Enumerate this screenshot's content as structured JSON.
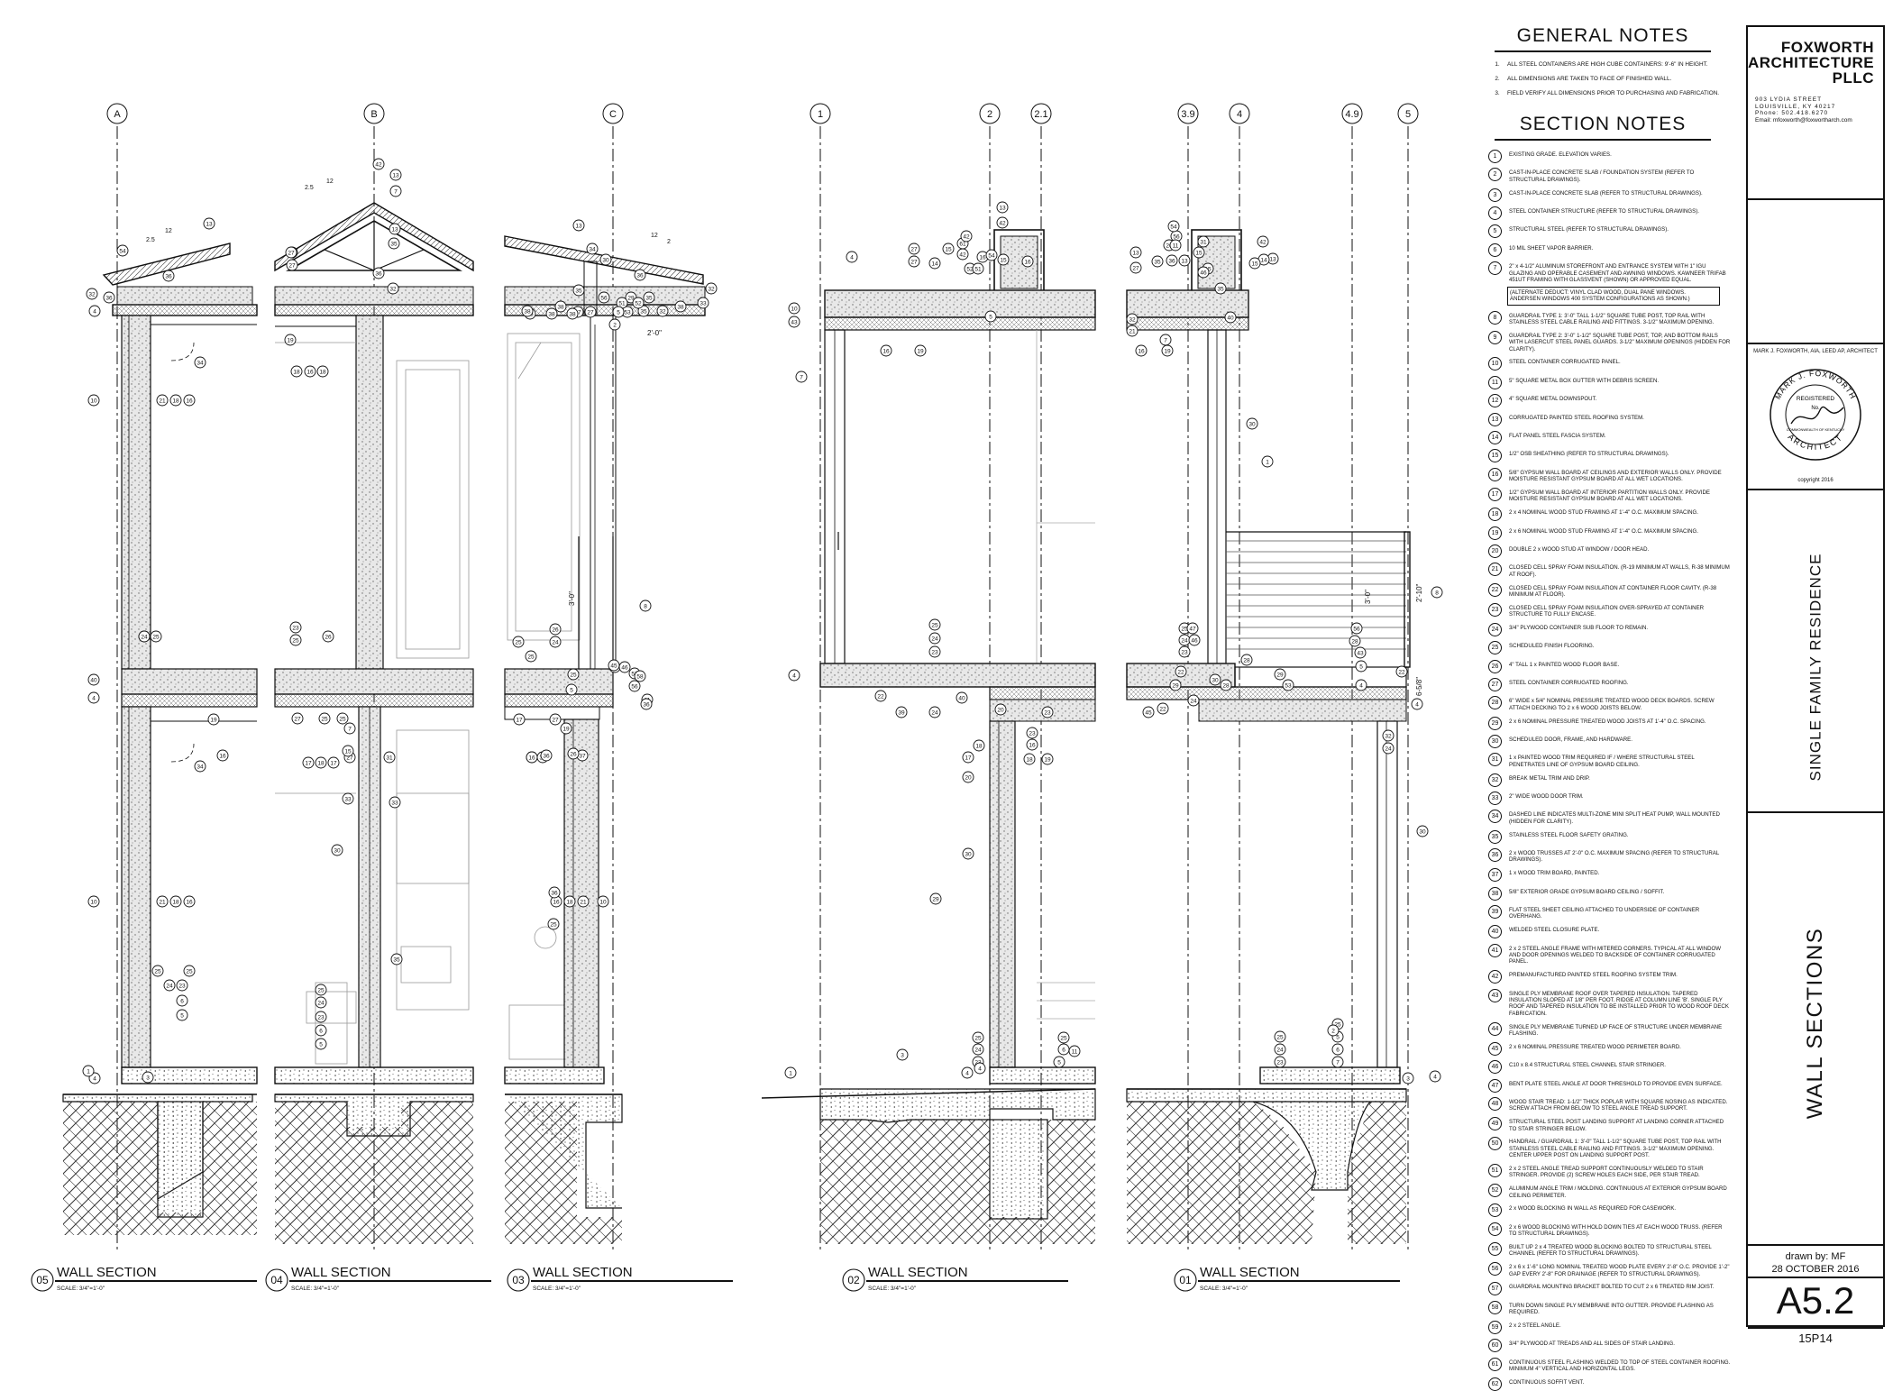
{
  "grids": {
    "left": [
      "A",
      "B",
      "C"
    ],
    "right": [
      "1",
      "2",
      "2.1",
      "3.9",
      "4",
      "4.9",
      "5"
    ]
  },
  "wall_sections": [
    {
      "number": "05",
      "title": "WALL SECTION",
      "scale": "SCALE: 3/4\"=1'-0\""
    },
    {
      "number": "04",
      "title": "WALL SECTION",
      "scale": "SCALE: 3/4\"=1'-0\""
    },
    {
      "number": "03",
      "title": "WALL SECTION",
      "scale": "SCALE: 3/4\"=1'-0\""
    },
    {
      "number": "02",
      "title": "WALL SECTION",
      "scale": "SCALE: 3/4\"=1'-0\""
    },
    {
      "number": "01",
      "title": "WALL SECTION",
      "scale": "SCALE: 3/4\"=1'-0\""
    }
  ],
  "dimensions": {
    "roof_pitch": "12",
    "pitch_a": "2.5",
    "pitch_b": "2",
    "overhang": "2'-0\"",
    "guard_height": "3'-0\"",
    "guard_height_2": "3'-0\"",
    "landing": "2'-10\"",
    "landing_2": "6-5/8\""
  },
  "general_notes": {
    "heading": "GENERAL NOTES",
    "items": [
      {
        "num": "1.",
        "text": "ALL STEEL CONTAINERS ARE HIGH CUBE CONTAINERS: 9'-6\" IN HEIGHT."
      },
      {
        "num": "2.",
        "text": "ALL DIMENSIONS ARE TAKEN TO FACE OF FINISHED WALL."
      },
      {
        "num": "3.",
        "text": "FIELD VERIFY ALL DIMENSIONS PRIOR TO PURCHASING AND FABRICATION."
      }
    ]
  },
  "section_notes": {
    "heading": "SECTION NOTES",
    "alternate": "(ALTERNATE DEDUCT: VINYL CLAD WOOD, DUAL PANE WINDOWS. ANDERSEN WINDOWS 400 SYSTEM CONFIGURATIONS AS SHOWN.)",
    "items": [
      {
        "num": "1",
        "text": "EXISTING GRADE. ELEVATION VARIES."
      },
      {
        "num": "2",
        "text": "CAST-IN-PLACE CONCRETE SLAB / FOUNDATION SYSTEM (REFER TO STRUCTURAL DRAWINGS)."
      },
      {
        "num": "3",
        "text": "CAST-IN-PLACE CONCRETE SLAB (REFER TO STRUCTURAL DRAWINGS)."
      },
      {
        "num": "4",
        "text": "STEEL CONTAINER STRUCTURE (REFER TO STRUCTURAL DRAWINGS)."
      },
      {
        "num": "5",
        "text": "STRUCTURAL STEEL (REFER TO STRUCTURAL DRAWINGS)."
      },
      {
        "num": "6",
        "text": "10 MIL SHEET VAPOR BARRIER."
      },
      {
        "num": "7",
        "text": "2\" x 4-1/2\" ALUMINUM STOREFRONT AND ENTRANCE SYSTEM WITH 1\" IGU GLAZING AND OPERABLE CASEMENT AND AWNING WINDOWS. KAWNEER TRIFAB 451UT FRAMING WITH GLASSVENT (SHOWN) OR APPROVED EQUAL."
      },
      {
        "num": "8",
        "text": "GUARDRAIL TYPE 1: 3'-0\" TALL 1-1/2\" SQUARE TUBE POST, TOP RAIL WITH STAINLESS STEEL CABLE RAILING AND FITTINGS. 3-1/2\" MAXIMUM OPENING."
      },
      {
        "num": "9",
        "text": "GUARDRAIL TYPE 2: 3'-0\" 1-1/2\" SQUARE TUBE POST, TOP, AND BOTTOM RAILS WITH LASERCUT STEEL PANEL GUARDS. 3-1/2\" MAXIMUM OPENINGS (HIDDEN FOR CLARITY)."
      },
      {
        "num": "10",
        "text": "STEEL CONTAINER CORRUGATED PANEL."
      },
      {
        "num": "11",
        "text": "5\" SQUARE METAL BOX GUTTER WITH DEBRIS SCREEN."
      },
      {
        "num": "12",
        "text": "4\" SQUARE METAL DOWNSPOUT."
      },
      {
        "num": "13",
        "text": "CORRUGATED PAINTED STEEL ROOFING SYSTEM."
      },
      {
        "num": "14",
        "text": "FLAT PANEL STEEL FASCIA SYSTEM."
      },
      {
        "num": "15",
        "text": "1/2\" OSB SHEATHING (REFER TO STRUCTURAL DRAWINGS)."
      },
      {
        "num": "16",
        "text": "5/8\" GYPSUM WALL BOARD AT CEILINGS AND EXTERIOR WALLS ONLY. PROVIDE MOISTURE RESISTANT GYPSUM BOARD AT ALL WET LOCATIONS."
      },
      {
        "num": "17",
        "text": "1/2\" GYPSUM WALL BOARD AT INTERIOR PARTITION WALLS ONLY. PROVIDE MOISTURE RESISTANT GYPSUM BOARD AT ALL WET LOCATIONS."
      },
      {
        "num": "18",
        "text": "2 x 4 NOMINAL WOOD STUD FRAMING AT 1'-4\" O.C. MAXIMUM SPACING."
      },
      {
        "num": "19",
        "text": "2 x 6 NOMINAL WOOD STUD FRAMING AT 1'-4\" O.C. MAXIMUM SPACING."
      },
      {
        "num": "20",
        "text": "DOUBLE 2 x WOOD STUD AT WINDOW / DOOR HEAD."
      },
      {
        "num": "21",
        "text": "CLOSED CELL SPRAY FOAM INSULATION. (R-19 MINIMUM AT WALLS, R-38 MINIMUM AT ROOF)."
      },
      {
        "num": "22",
        "text": "CLOSED CELL SPRAY FOAM INSULATION AT CONTAINER FLOOR CAVITY. (R-38 MINIMUM AT FLOOR)."
      },
      {
        "num": "23",
        "text": "CLOSED CELL SPRAY FOAM INSULATION OVER-SPRAYED AT CONTAINER STRUCTURE TO FULLY ENCASE."
      },
      {
        "num": "24",
        "text": "3/4\" PLYWOOD CONTAINER SUB FLOOR TO REMAIN."
      },
      {
        "num": "25",
        "text": "SCHEDULED FINISH FLOORING."
      },
      {
        "num": "26",
        "text": "4\" TALL 1 x PAINTED WOOD FLOOR BASE."
      },
      {
        "num": "27",
        "text": "STEEL CONTAINER CORRUGATED ROOFING."
      },
      {
        "num": "28",
        "text": "6\" WIDE x 5/4\" NOMINAL PRESSURE TREATED WOOD DECK BOARDS. SCREW ATTACH DECKING TO 2 x 6 WOOD JOISTS BELOW."
      },
      {
        "num": "29",
        "text": "2 x 6 NOMINAL PRESSURE TREATED WOOD JOISTS AT 1'-4\" O.C. SPACING."
      },
      {
        "num": "30",
        "text": "SCHEDULED DOOR, FRAME, AND HARDWARE."
      },
      {
        "num": "31",
        "text": "1 x PAINTED WOOD TRIM REQUIRED IF / WHERE STRUCTURAL STEEL PENETRATES LINE OF GYPSUM BOARD CEILING."
      },
      {
        "num": "32",
        "text": "BREAK METAL TRIM AND DRIP."
      },
      {
        "num": "33",
        "text": "2\" WIDE WOOD DOOR TRIM."
      },
      {
        "num": "34",
        "text": "DASHED LINE INDICATES MULTI-ZONE MINI SPLIT HEAT PUMP, WALL MOUNTED (HIDDEN FOR CLARITY)."
      },
      {
        "num": "35",
        "text": "STAINLESS STEEL FLOOR SAFETY GRATING."
      },
      {
        "num": "36",
        "text": "2 x WOOD TRUSSES AT 2'-0\" O.C. MAXIMUM SPACING (REFER TO STRUCTURAL DRAWINGS)."
      },
      {
        "num": "37",
        "text": "1 x WOOD TRIM BOARD, PAINTED."
      },
      {
        "num": "38",
        "text": "5/8\" EXTERIOR GRADE GYPSUM BOARD CEILING / SOFFIT."
      },
      {
        "num": "39",
        "text": "FLAT STEEL SHEET CEILING ATTACHED TO UNDERSIDE OF CONTAINER OVERHANG."
      },
      {
        "num": "40",
        "text": "WELDED STEEL CLOSURE PLATE."
      },
      {
        "num": "41",
        "text": "2 x 2 STEEL ANGLE FRAME WITH MITERED CORNERS. TYPICAL AT ALL WINDOW AND DOOR OPENINGS WELDED TO BACKSIDE OF CONTAINER CORRUGATED PANEL."
      },
      {
        "num": "42",
        "text": "PREMANUFACTURED PAINTED STEEL ROOFING SYSTEM TRIM."
      },
      {
        "num": "43",
        "text": "SINGLE PLY MEMBRANE ROOF OVER TAPERED INSULATION. TAPERED INSULATION SLOPED AT 1/8\" PER FOOT. RIDGE AT COLUMN LINE 'B'. SINGLE PLY ROOF AND TAPERED INSULATION TO BE INSTALLED PRIOR TO WOOD ROOF DECK FABRICATION."
      },
      {
        "num": "44",
        "text": "SINGLE PLY MEMBRANE TURNED UP FACE OF STRUCTURE UNDER MEMBRANE FLASHING."
      },
      {
        "num": "45",
        "text": "2 x 6 NOMINAL PRESSURE TREATED WOOD PERIMETER BOARD."
      },
      {
        "num": "46",
        "text": "C10 x 8.4 STRUCTURAL STEEL CHANNEL STAIR STRINGER."
      },
      {
        "num": "47",
        "text": "BENT PLATE STEEL ANGLE AT DOOR THRESHOLD TO PROVIDE EVEN SURFACE."
      },
      {
        "num": "48",
        "text": "WOOD STAIR TREAD: 1-1/2\" THICK POPLAR WITH SQUARE NOSING AS INDICATED. SCREW ATTACH FROM BELOW TO STEEL ANGLE TREAD SUPPORT."
      },
      {
        "num": "49",
        "text": "STRUCTURAL STEEL POST LANDING SUPPORT AT LANDING CORNER ATTACHED TO STAIR STRINGER BELOW."
      },
      {
        "num": "50",
        "text": "HANDRAIL / GUARDRAIL 1: 3'-0\" TALL 1-1/2\" SQUARE TUBE POST, TOP RAIL WITH STAINLESS STEEL CABLE RAILING AND FITTINGS. 3-1/2\" MAXIMUM OPENING. CENTER UPPER POST ON LANDING SUPPORT POST."
      },
      {
        "num": "51",
        "text": "2 x 2 STEEL ANGLE TREAD SUPPORT CONTINUOUSLY WELDED TO STAIR STRINGER. PROVIDE (2) SCREW HOLES EACH SIDE, PER STAIR TREAD."
      },
      {
        "num": "52",
        "text": "ALUMINUM ANGLE TRIM / MOLDING. CONTINUOUS AT EXTERIOR GYPSUM BOARD CEILING PERIMETER."
      },
      {
        "num": "53",
        "text": "2 x WOOD BLOCKING IN WALL AS REQUIRED FOR CASEWORK."
      },
      {
        "num": "54",
        "text": "2 x 6 WOOD BLOCKING WITH HOLD DOWN TIES AT EACH WOOD TRUSS. (REFER TO STRUCTURAL DRAWINGS)."
      },
      {
        "num": "55",
        "text": "BUILT UP 2 x 4 TREATED WOOD BLOCKING BOLTED TO STRUCTURAL STEEL CHANNEL (REFER TO STRUCTURAL DRAWINGS)."
      },
      {
        "num": "56",
        "text": "2 x 6 x 1'-6\" LONG NOMINAL TREATED WOOD PLATE EVERY 2'-8\" O.C. PROVIDE 1'-2\" GAP EVERY 2'-8\" FOR DRAINAGE (REFER TO STRUCTURAL DRAWINGS)."
      },
      {
        "num": "57",
        "text": "GUARDRAIL MOUNTING BRACKET BOLTED TO CUT 2 x 6 TREATED RIM JOIST."
      },
      {
        "num": "58",
        "text": "TURN DOWN SINGLE PLY MEMBRANE INTO GUTTER. PROVIDE FLASHING AS REQUIRED."
      },
      {
        "num": "59",
        "text": "2 x 2 STEEL ANGLE."
      },
      {
        "num": "60",
        "text": "3/4\" PLYWOOD AT TREADS AND ALL SIDES OF STAIR LANDING."
      },
      {
        "num": "61",
        "text": "CONTINUOUS STEEL FLASHING WELDED TO TOP OF STEEL CONTAINER ROOFING. MINIMUM 4\" VERTICAL AND HORIZONTAL LEGS."
      },
      {
        "num": "62",
        "text": "CONTINUOUS SOFFIT VENT."
      }
    ]
  },
  "title_block": {
    "firm_line1": "FOXWORTH",
    "firm_line2": "ARCHITECTURE",
    "firm_line3": "PLLC",
    "address_line1": "903 LYDIA STREET",
    "address_line2": "LOUISVILLE, KY 40217",
    "phone": "Phone: 502.418.6270",
    "email": "Email: mfoxworth@foxwortharch.com",
    "architect_name": "MARK J. FOXWORTH, AIA, LEED AP, ARCHITECT",
    "seal_top": "MARK J. FOXWORTH",
    "seal_registered": "REGISTERED",
    "seal_no_label": "No.",
    "seal_state": "COMMONWEALTH OF KENTUCKY",
    "seal_bottom": "ARCHITECT",
    "copyright": "copyright 2016",
    "project": "SINGLE FAMILY RESIDENCE",
    "sheet_title": "WALL SECTIONS",
    "drawn_by": "drawn by: MF",
    "date": "28 OCTOBER 2016",
    "sheet_number": "A5.2",
    "project_number": "15P14"
  }
}
